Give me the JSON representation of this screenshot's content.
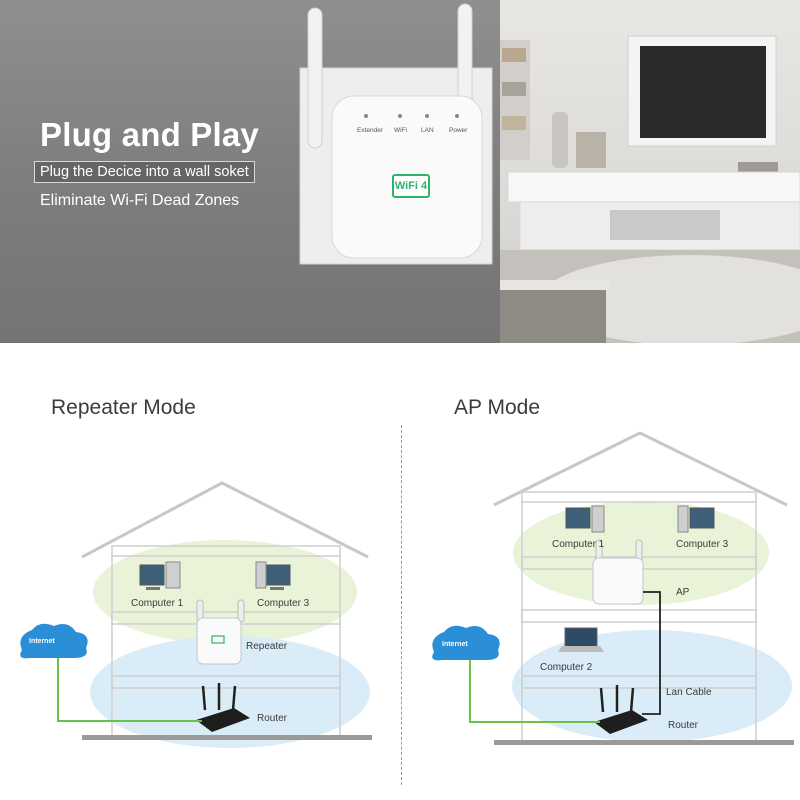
{
  "hero": {
    "headline": "Plug and Play",
    "subtitle_boxed": "Plug the Decice into a wall soket",
    "subtitle": "Eliminate Wi-Fi Dead Zones",
    "device_leds": [
      "Extender",
      "WiFi",
      "LAN",
      "Power"
    ],
    "device_badge": "WiFi 4"
  },
  "repeater_mode": {
    "title": "Repeater Mode",
    "internet": "Internet",
    "computer_a": "Computer 1",
    "computer_b": "Computer 3",
    "repeater": "Repeater",
    "router": "Router"
  },
  "ap_mode": {
    "title": "AP Mode",
    "internet": "Internet",
    "computer_a": "Computer 1",
    "computer_b": "Computer 3",
    "computer_c": "Computer 2",
    "ap": "AP",
    "lan_cable": "Lan Cable",
    "router": "Router"
  },
  "colors": {
    "wifi_green": "#2fb36b",
    "internet_blue": "#2a8fd6",
    "cable_green": "#6ac24a",
    "upper_zone": "#e9f3d8",
    "lower_zone": "#d9ecf7"
  }
}
